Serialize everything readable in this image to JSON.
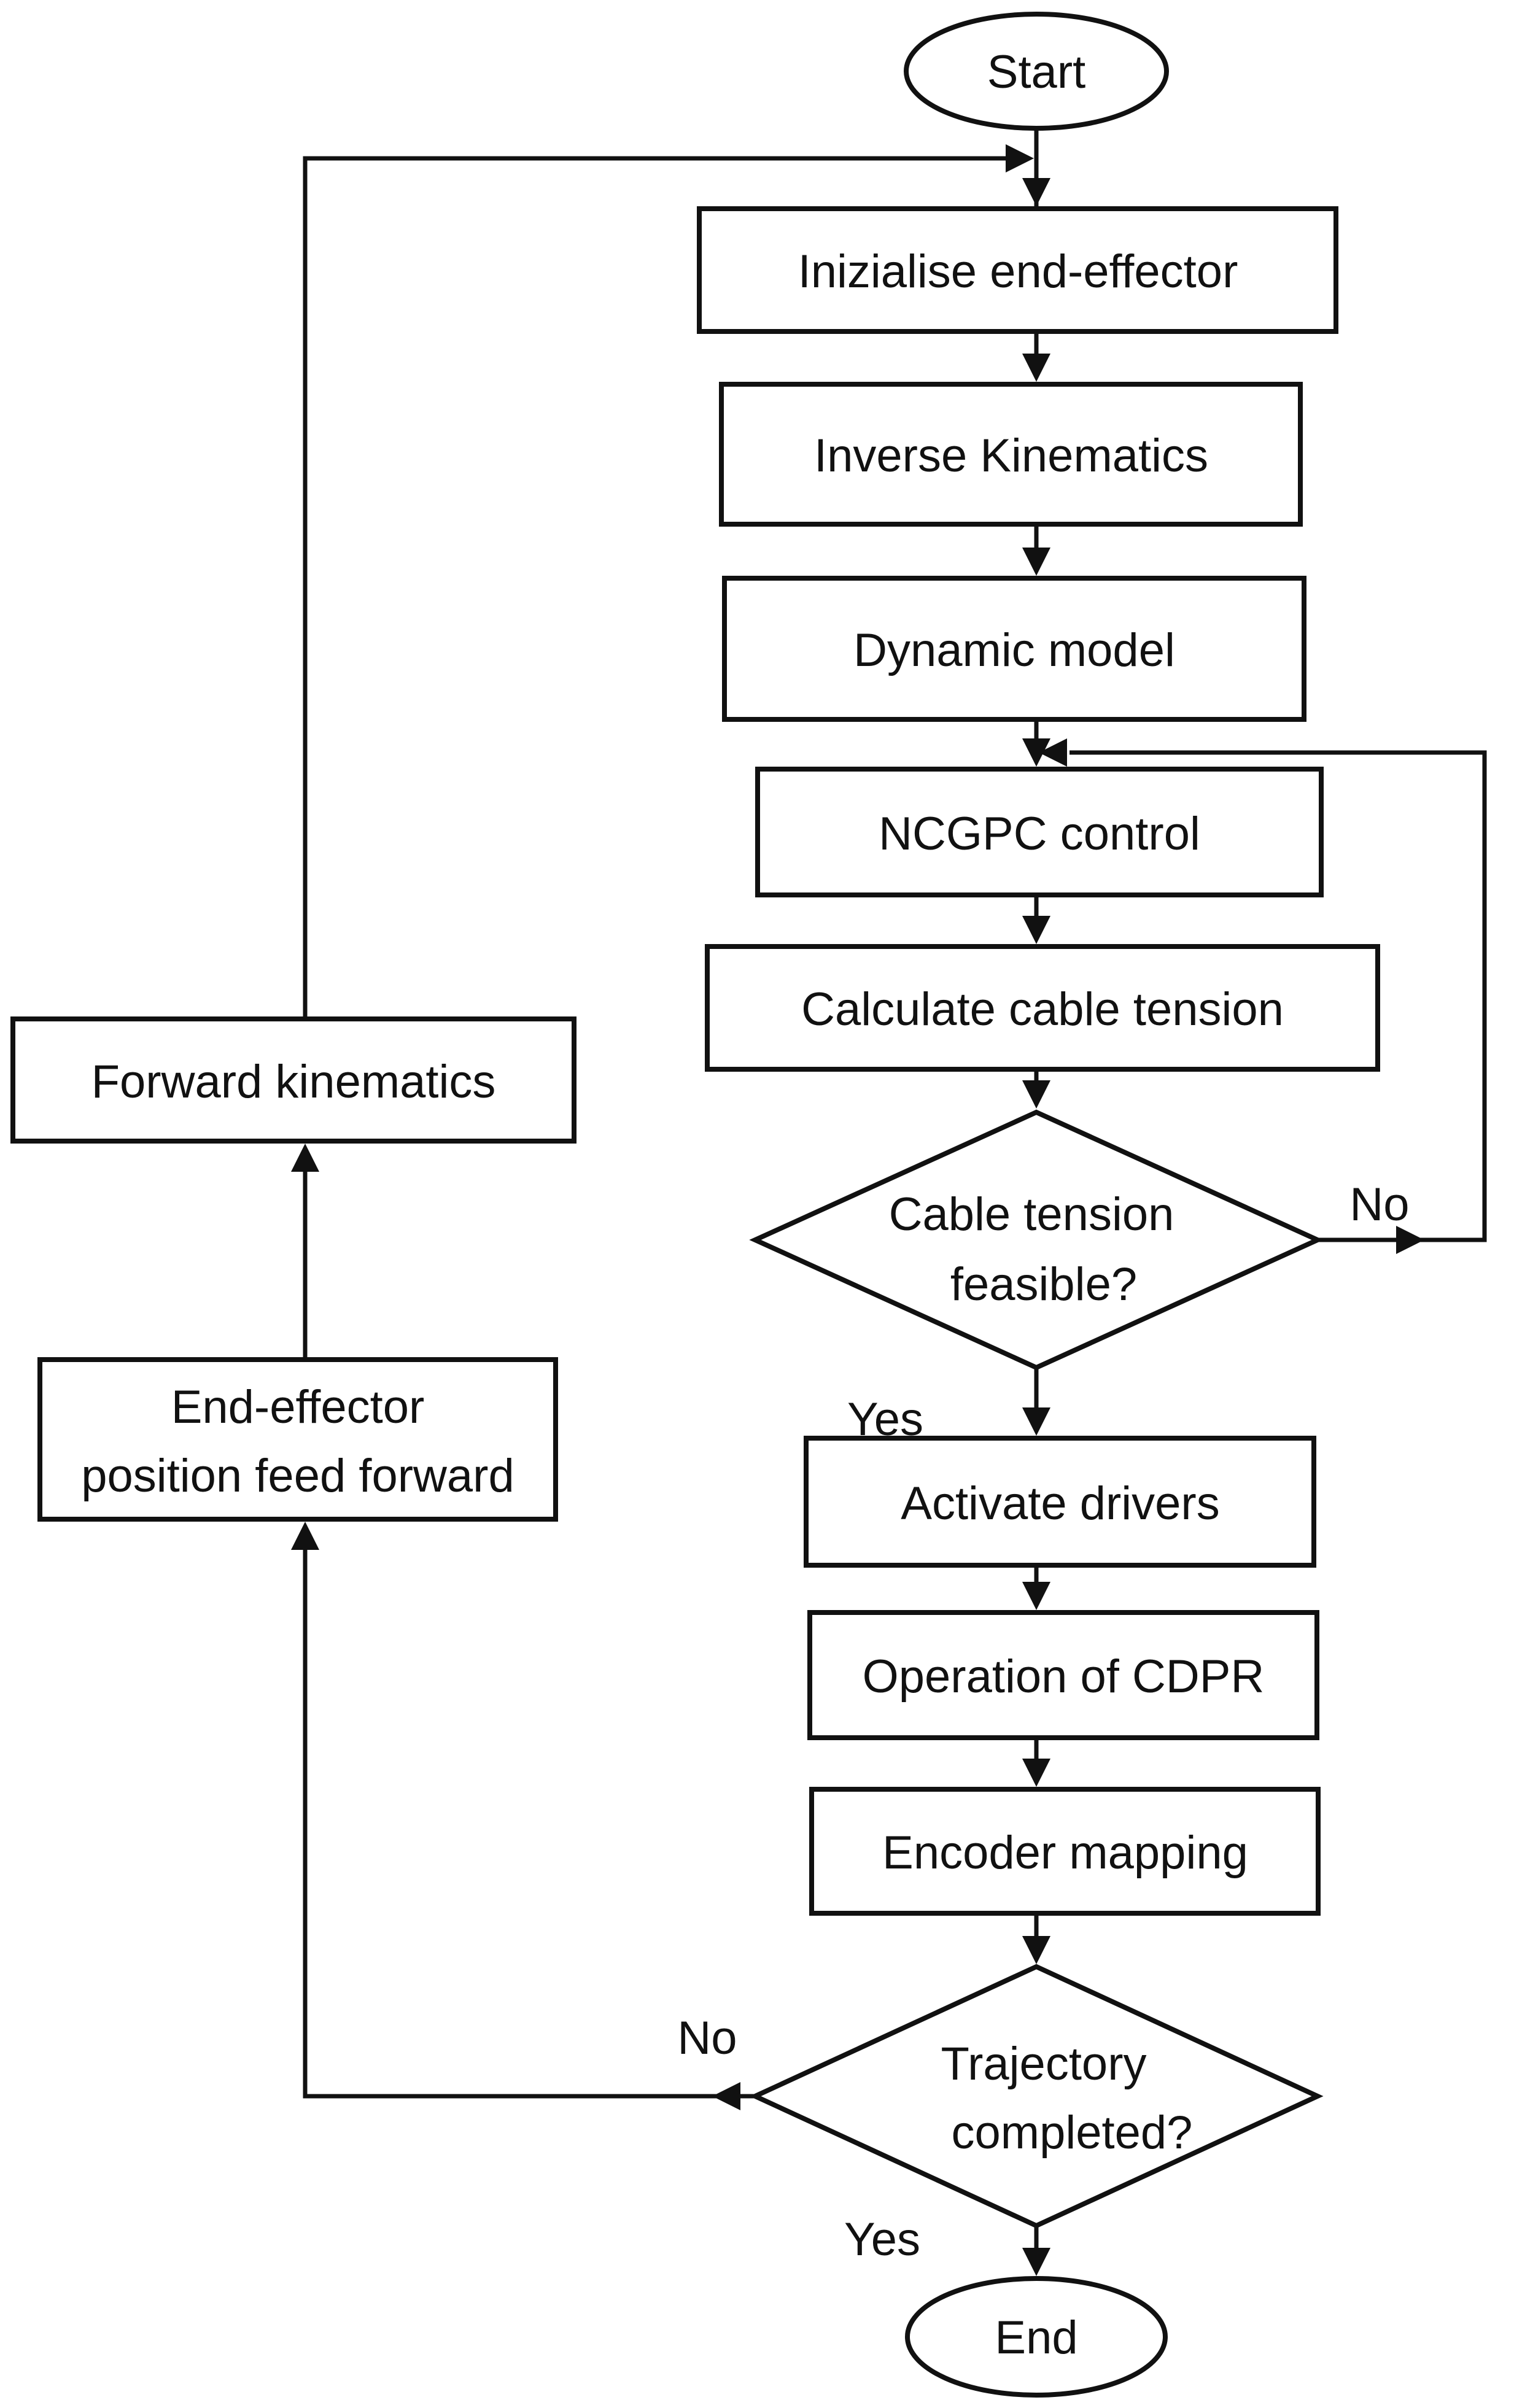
{
  "diagram": {
    "type": "flowchart",
    "background": "#ffffff",
    "line_color": "#111111",
    "nodes": {
      "start": {
        "shape": "ellipse",
        "label": "Start"
      },
      "initialise": {
        "shape": "rect",
        "label": "Inizialise end-effector"
      },
      "inverse_kinematics": {
        "shape": "rect",
        "label": "Inverse Kinematics"
      },
      "dynamic_model": {
        "shape": "rect",
        "label": "Dynamic model"
      },
      "ncgpc_control": {
        "shape": "rect",
        "label": "NCGPC control"
      },
      "calculate_cable_tension": {
        "shape": "rect",
        "label": "Calculate cable tension"
      },
      "cable_tension_feasible": {
        "shape": "diamond",
        "label_line1": "Cable tension",
        "label_line2": "feasible?"
      },
      "activate_drivers": {
        "shape": "rect",
        "label": "Activate drivers"
      },
      "operation_of_cdpr": {
        "shape": "rect",
        "label": "Operation of CDPR"
      },
      "encoder_mapping": {
        "shape": "rect",
        "label": "Encoder mapping"
      },
      "trajectory_completed": {
        "shape": "diamond",
        "label_line1": "Trajectory",
        "label_line2": "completed?"
      },
      "forward_kinematics": {
        "shape": "rect",
        "label": "Forward kinematics"
      },
      "end_effector_feed_forward": {
        "shape": "rect",
        "label_line1": "End-effector",
        "label_line2": "position feed forward"
      },
      "end": {
        "shape": "ellipse",
        "label": "End"
      }
    },
    "edge_labels": {
      "cable_no": "No",
      "cable_yes": "Yes",
      "trajectory_no": "No",
      "trajectory_yes": "Yes"
    }
  }
}
